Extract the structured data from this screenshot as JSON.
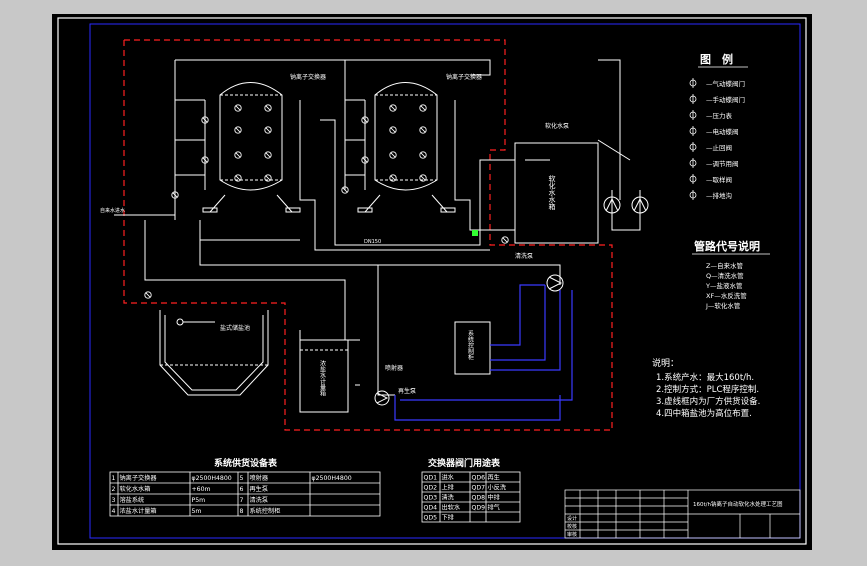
{
  "legend": {
    "title": "图　例",
    "items": [
      {
        "label": "—气动蝶阀门",
        "icon": "pneumatic-butterfly-valve-icon"
      },
      {
        "label": "—手动蝶阀门",
        "icon": "manual-butterfly-valve-icon"
      },
      {
        "label": "—压力表",
        "icon": "pressure-gauge-icon"
      },
      {
        "label": "—电动蝶阀",
        "icon": "electric-butterfly-valve-icon"
      },
      {
        "label": "—止回阀",
        "icon": "check-valve-icon"
      },
      {
        "label": "—调节用阀",
        "icon": "regulating-valve-icon"
      },
      {
        "label": "—取样阀",
        "icon": "sampling-valve-icon"
      },
      {
        "label": "—排地沟",
        "icon": "floor-drain-icon"
      }
    ]
  },
  "pipe_codes": {
    "title": "管路代号说明",
    "items": [
      "Z—自来水管",
      "Q—清洗水管",
      "Y—盐液水管",
      "XF—水反洗管",
      "J—软化水管"
    ]
  },
  "notes": {
    "title": "说明：",
    "lines": [
      "1.系统产水：最大160t/h.",
      "2.控制方式：PLC程序控制.",
      "3.虚线框内为厂方供货设备.",
      "4.四中箱盐池为高位布置."
    ]
  },
  "equipment_table": {
    "title": "系统供货设备表",
    "rows": [
      [
        "1",
        "钠离子交换器",
        "φ2500H4800",
        "5",
        "喷射器",
        "φ2500H4800"
      ],
      [
        "2",
        "软化水水箱",
        "+60m",
        "6",
        "再生泵",
        ""
      ],
      [
        "3",
        "溶盐系统",
        "P5m",
        "7",
        "清洗泵",
        ""
      ],
      [
        "4",
        "浓盐水计量箱",
        "5m",
        "8",
        "系统控制柜",
        ""
      ]
    ]
  },
  "valve_table": {
    "title": "交换器阀门用途表",
    "rows": [
      [
        "QD1",
        "进水",
        "QD6",
        "再生"
      ],
      [
        "QD2",
        "上排",
        "QD7",
        "小反洗"
      ],
      [
        "QD3",
        "清洗",
        "QD8",
        "中排"
      ],
      [
        "QD4",
        "出软水",
        "QD9",
        "排气"
      ],
      [
        "QD5",
        "下排",
        "",
        ""
      ]
    ]
  },
  "title_block": {
    "drawing_title": "160t/h钠离子自动软化水处理工艺图",
    "left_marks": [
      "设计",
      "校核",
      "审核"
    ]
  },
  "labels": {
    "exchanger_1": "钠离子交换器",
    "exchanger_2": "钠离子交换器",
    "softened_tank": "软化水水箱",
    "softened_pump": "软化水泵",
    "salt_pool": "盐式储盐池",
    "brine_tank": "浓盐水计量箱",
    "control_cabinet": "系统控制柜",
    "cleaning_pump": "清洗泵",
    "injector": "喷射器",
    "regen_pump": "再生泵",
    "inlet_label": "自来水进水",
    "pipe_dn150": "DN150"
  },
  "colors": {
    "background": "#000000",
    "frame_outer": "#ffffff",
    "frame_inner": "#2a2aff",
    "dashed_boundary": "#ff2020",
    "piping": "#ffffff",
    "brine_piping": "#3a3aff",
    "accent_valve": "#33ff33"
  }
}
